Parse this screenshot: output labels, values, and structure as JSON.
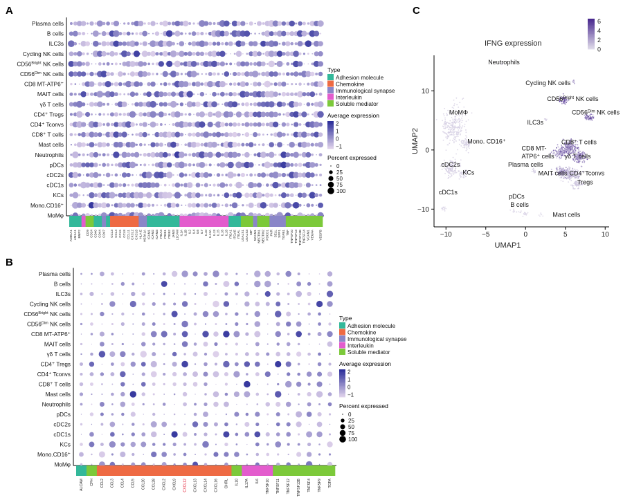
{
  "panel_labels": [
    "A",
    "B",
    "C"
  ],
  "type_legend": {
    "title": "Type",
    "entries": [
      {
        "label": "Adhesion molecule",
        "color": "#33b89a"
      },
      {
        "label": "Chemokine",
        "color": "#ee6a43"
      },
      {
        "label": "Immunological synapse",
        "color": "#8a86c8"
      },
      {
        "label": "Interleukin",
        "color": "#e35ccd"
      },
      {
        "label": "Soluble mediator",
        "color": "#7cc93a"
      }
    ]
  },
  "expr_colors": {
    "low": "#ddd0ea",
    "high": "#2c2f9a"
  },
  "cell_types": [
    "Plasma cells",
    "B cells",
    "ILC3s",
    "Cycling NK cells",
    "CD56^Bright NK cells",
    "CD56^Dim NK cells",
    "CD8 MT-ATP6⁺",
    "MAIT cells",
    "γδ T cells",
    "CD4⁺ Tregs",
    "CD4⁺ Tconvs",
    "CD8⁺ T cells",
    "Mast cells",
    "Neutrophils",
    "pDCs",
    "cDC2s",
    "cDC1s",
    "KCs",
    "Mono.CD16⁺",
    "MoMφ"
  ],
  "chart_data": [
    {
      "type": "dotplot",
      "panel": "A",
      "n_genes": 62,
      "gene_type_blocks": [
        {
          "type": "Adhesion molecule",
          "n": 3
        },
        {
          "type": "Interleukin",
          "n": 1
        },
        {
          "type": "Soluble mediator",
          "n": 2
        },
        {
          "type": "Adhesion molecule",
          "n": 2
        },
        {
          "type": "Immunological synapse",
          "n": 1
        },
        {
          "type": "Adhesion molecule",
          "n": 1
        },
        {
          "type": "Chemokine",
          "n": 7
        },
        {
          "type": "Immunological synapse",
          "n": 2
        },
        {
          "type": "Adhesion molecule",
          "n": 8
        },
        {
          "type": "Interleukin",
          "n": 12
        },
        {
          "type": "Adhesion molecule",
          "n": 3
        },
        {
          "type": "Soluble mediator",
          "n": 3
        },
        {
          "type": "Immunological synapse",
          "n": 1
        },
        {
          "type": "Soluble mediator",
          "n": 3
        },
        {
          "type": "Immunological synapse",
          "n": 4
        },
        {
          "type": "Soluble mediator",
          "n": 9
        }
      ],
      "gene_labels_visible": [
        "AMICA1",
        "ANXA1",
        "BMP2",
        "",
        "CD9",
        "CD24",
        "CD40",
        "CD44",
        "CD47",
        "",
        "CCL3",
        "CCL4",
        "CCL5",
        "CCL8",
        "CCL11",
        "CXCL2",
        "CXCL8",
        "HLA-E",
        "HSPA1A",
        "ICAM1",
        "ICAM2",
        "ICAM3",
        "ITGA4",
        "ITGB1",
        "ITGB2",
        "JAM3",
        "L1CAM",
        "IL1A",
        "IL1B",
        "IL2",
        "IL4",
        "IL6",
        "IL7",
        "IL10",
        "IL12A",
        "IL13",
        "IL15",
        "IL16",
        "IL18",
        "ITGA1",
        "ITGAE",
        "ITGAL",
        "LGALS1",
        "LGALS3",
        "MIF",
        "NCAM1",
        "NECTIN1",
        "NECTIN2",
        "PDCD1",
        "PVR",
        "SELL",
        "SPP1",
        "TGFB1",
        "TNF",
        "TNFSF10",
        "TNFSF13",
        "TNFSF13B",
        "TNFSF14",
        "VCAM1",
        "VEGFA",
        "",
        "VEGFB"
      ],
      "expression_legend": {
        "title": "Average expression",
        "ticks": [
          2,
          1,
          0,
          -1
        ],
        "range": [
          -1.3,
          2.3
        ]
      },
      "size_legend": {
        "title": "Percent expressed",
        "ticks": [
          0,
          25,
          50,
          75,
          100
        ]
      }
    },
    {
      "type": "dotplot",
      "panel": "B",
      "genes": [
        "ALCAM",
        "CFH",
        "CCL2",
        "CCL3",
        "CCL4",
        "CCL5",
        "CCL20",
        "CCL28",
        "CXCL2",
        "CXCL9",
        "CXCL12",
        "CXCL13",
        "CXCL14",
        "CXCL16",
        "GHRL",
        "IL10",
        "IL17A",
        "IL6",
        "TNFSF10",
        "TNFSF11",
        "TNFSF12",
        "TNFSF13B",
        "TNFSF4",
        "TNFSF9",
        "TGFA"
      ],
      "highlight_gene": "CXCL12",
      "highlight_color": "#e0001b",
      "gene_type_blocks": [
        {
          "type": "Adhesion molecule",
          "n": 1
        },
        {
          "type": "Soluble mediator",
          "n": 1
        },
        {
          "type": "Chemokine",
          "n": 13
        },
        {
          "type": "Soluble mediator",
          "n": 1
        },
        {
          "type": "Interleukin",
          "n": 3
        },
        {
          "type": "Soluble mediator",
          "n": 6
        }
      ],
      "expression_legend": {
        "title": "Average expression",
        "ticks": [
          2,
          1,
          0,
          -1
        ],
        "range": [
          -1.3,
          2.3
        ]
      },
      "size_legend": {
        "title": "Percent expressed",
        "ticks": [
          0,
          25,
          50,
          75,
          100
        ]
      }
    },
    {
      "type": "scatter",
      "panel": "C",
      "title": "IFNG expression",
      "xlabel": "UMAP1",
      "ylabel": "UMAP2",
      "xlim": [
        -11.5,
        10.5
      ],
      "ylim": [
        -13,
        16
      ],
      "xticks": [
        -10,
        -5,
        0,
        5,
        10
      ],
      "yticks": [
        -10,
        0,
        10
      ],
      "colorbar": {
        "ticks": [
          6,
          4,
          2,
          0
        ],
        "range": [
          0,
          6.5
        ],
        "low": "#ddd8e8",
        "high": "#4a2a8f"
      },
      "clusters": [
        {
          "label": "MoMΦ",
          "cx": -9,
          "cy": 4,
          "sx": 1.3,
          "sy": 3,
          "n": 260,
          "expr": 0.2
        },
        {
          "label": "cDC2s",
          "cx": -9.3,
          "cy": -3,
          "sx": 0.9,
          "sy": 1.3,
          "n": 120,
          "expr": 0.3
        },
        {
          "label": "Mono. CD16⁺",
          "cx": -7.5,
          "cy": 1,
          "sx": 0.6,
          "sy": 0.9,
          "n": 60,
          "expr": 0.2
        },
        {
          "label": "KCs",
          "cx": -7.8,
          "cy": -4,
          "sx": 0.5,
          "sy": 0.6,
          "n": 40,
          "expr": 0.2
        },
        {
          "label": "cDC1s",
          "cx": -10.3,
          "cy": -10,
          "sx": 0.4,
          "sy": 0.3,
          "n": 14,
          "expr": 0.1
        },
        {
          "label": "pDCs",
          "cx": -1.3,
          "cy": -10.3,
          "sx": 0.4,
          "sy": 0.3,
          "n": 12,
          "expr": 0.1
        },
        {
          "label": "B cells",
          "cx": 0,
          "cy": -10.8,
          "sx": 0.4,
          "sy": 0.3,
          "n": 14,
          "expr": 0.1
        },
        {
          "label": "Mast cells",
          "cx": 2,
          "cy": -11,
          "sx": 0.3,
          "sy": 0.2,
          "n": 6,
          "expr": 0.1
        },
        {
          "label": "Neutrophils",
          "cx": -3,
          "cy": 14.5,
          "sx": 0.3,
          "sy": 0.2,
          "n": 5,
          "expr": 0.1
        },
        {
          "label": "ILC3s",
          "cx": 2.5,
          "cy": 5.2,
          "sx": 0.2,
          "sy": 0.2,
          "n": 6,
          "expr": 0.6
        },
        {
          "label": "CD56^Bright NK cells",
          "cx": 4.8,
          "cy": 8.5,
          "sx": 0.5,
          "sy": 0.6,
          "n": 70,
          "expr": 3.8
        },
        {
          "label": "CD56^Dim NK cells",
          "cx": 8,
          "cy": 5.5,
          "sx": 0.5,
          "sy": 0.5,
          "n": 55,
          "expr": 3.6
        },
        {
          "label": "CD8 MT-ATP6⁺ cells",
          "cx": 4.2,
          "cy": -0.5,
          "sx": 0.8,
          "sy": 0.8,
          "n": 110,
          "expr": 2.2
        },
        {
          "label": "CD8⁺ T cells",
          "cx": 5.5,
          "cy": 0.3,
          "sx": 0.9,
          "sy": 1.1,
          "n": 220,
          "expr": 3
        },
        {
          "label": "γδ T cells",
          "cx": 6.8,
          "cy": -1.2,
          "sx": 0.7,
          "sy": 1.0,
          "n": 140,
          "expr": 2.6
        },
        {
          "label": "MAIT cells",
          "cx": 4.6,
          "cy": -3.8,
          "sx": 0.7,
          "sy": 0.8,
          "n": 110,
          "expr": 2.3
        },
        {
          "label": "CD4⁺Tconvs",
          "cx": 5.8,
          "cy": -4.2,
          "sx": 0.9,
          "sy": 0.9,
          "n": 170,
          "expr": 1
        },
        {
          "label": "Tregs",
          "cx": 6.5,
          "cy": -5.8,
          "sx": 0.6,
          "sy": 0.5,
          "n": 60,
          "expr": 0.6
        },
        {
          "label": "Plasma cells",
          "cx": 1,
          "cy": -3.5,
          "sx": 0.3,
          "sy": 0.3,
          "n": 12,
          "expr": 0.3
        },
        {
          "label": "Cycling NK cells",
          "cx": 6,
          "cy": 11.5,
          "sx": 0.3,
          "sy": 0.3,
          "n": 8,
          "expr": 2
        }
      ],
      "labels": [
        {
          "text": "Neutrophils",
          "x": -4.7,
          "y": 14.5
        },
        {
          "text": "Cycling NK cells",
          "x": 0,
          "y": 11
        },
        {
          "text": "CD56",
          "sup": "Bright",
          "suffix": " NK cells",
          "x": 2.7,
          "y": 8.3
        },
        {
          "text": "CD56",
          "sup": "Dim",
          "suffix": " NK cells",
          "x": 5.8,
          "y": 6
        },
        {
          "text": "MoMΦ",
          "x": -9.6,
          "y": 6
        },
        {
          "text": "ILC3s",
          "x": 0.2,
          "y": 4.3
        },
        {
          "text": "Mono. CD16⁺",
          "x": -7.3,
          "y": 1.1
        },
        {
          "text": "CD8⁺ T cells",
          "x": 4.5,
          "y": 1
        },
        {
          "text": "CD8 MT-",
          "x": -0.5,
          "y": -0.1
        },
        {
          "text": "ATP6⁺ cells",
          "x": -0.5,
          "y": -1.4
        },
        {
          "text": "γδ T cells",
          "x": 4.9,
          "y": -1.4
        },
        {
          "text": "cDC2s",
          "x": -10.6,
          "y": -2.8
        },
        {
          "text": "Plasma cells",
          "x": -2.2,
          "y": -2.8
        },
        {
          "text": "KCs",
          "x": -7.9,
          "y": -4.2
        },
        {
          "text": "MAIT cells",
          "x": 1.6,
          "y": -4.3
        },
        {
          "text": "CD4⁺Tconvs",
          "x": 5.5,
          "y": -4.3
        },
        {
          "text": "Tregs",
          "x": 6.5,
          "y": -5.8
        },
        {
          "text": "cDC1s",
          "x": -10.9,
          "y": -7.5
        },
        {
          "text": "pDCs",
          "x": -2.1,
          "y": -8.2
        },
        {
          "text": "B cells",
          "x": -1.9,
          "y": -9.6
        },
        {
          "text": "Mast cells",
          "x": 3.4,
          "y": -11.3
        }
      ]
    }
  ]
}
